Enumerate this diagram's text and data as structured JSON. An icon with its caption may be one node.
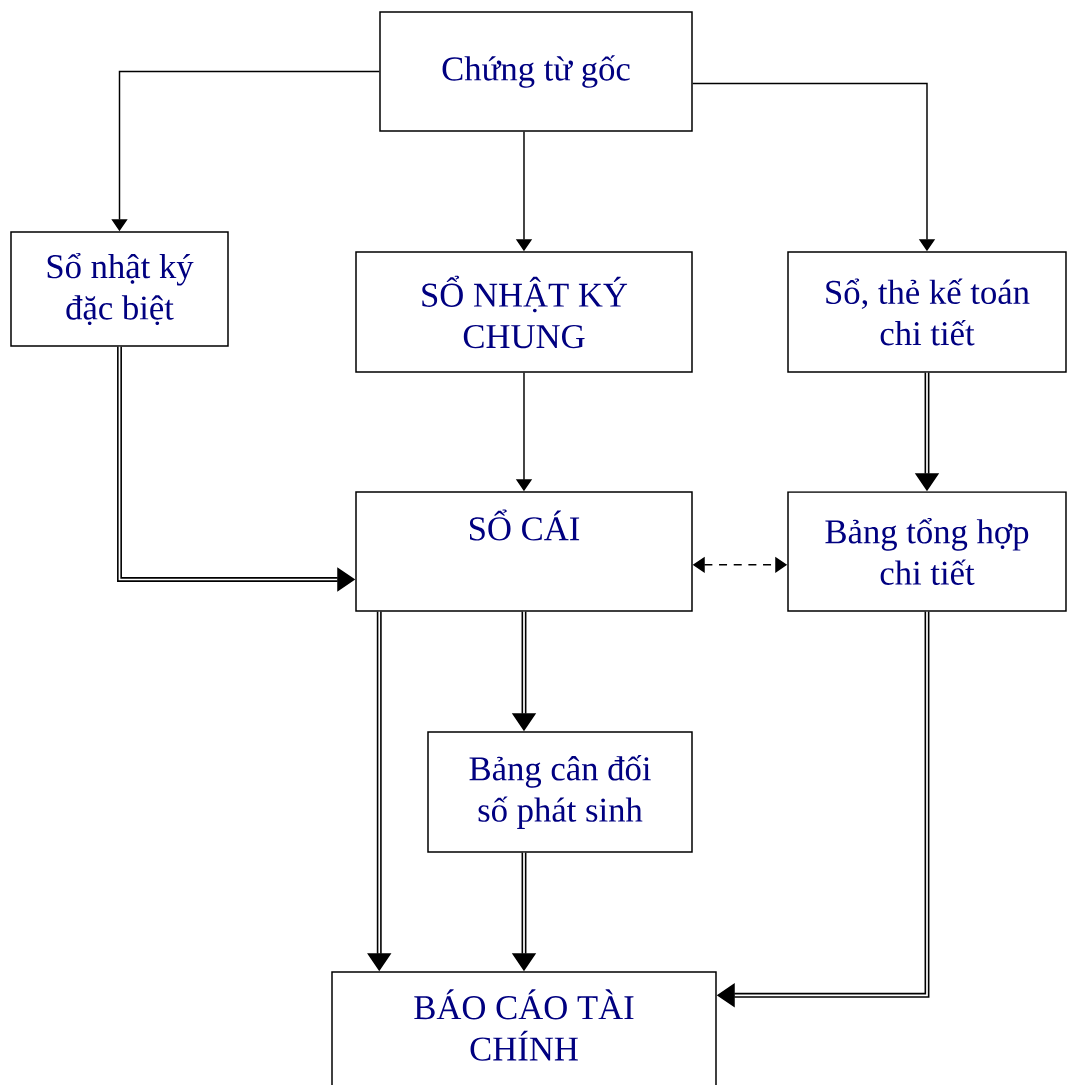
{
  "diagram": {
    "nodes": [
      {
        "text": [
          "Chứng từ gốc"
        ]
      },
      {
        "text": [
          "Sổ nhật ký đặc biệt"
        ]
      },
      {
        "text": [
          "SỔ NHẬT KÝ CHUNG"
        ]
      },
      {
        "text": [
          "Sổ, thẻ kế toán chi tiết"
        ]
      },
      {
        "text": [
          "SỔ CÁI"
        ]
      },
      {
        "text": [
          "Bảng tổng hợp chi tiết"
        ]
      },
      {
        "text": [
          "Bảng cân đối số phát sinh"
        ]
      },
      {
        "text": [
          "BÁO CÁO TÀI CHÍNH"
        ]
      }
    ],
    "edges": [
      {
        "from": 0,
        "to": 1,
        "arrow": "to"
      },
      {
        "from": 0,
        "to": 2,
        "arrow": "to"
      },
      {
        "from": 0,
        "to": 3,
        "arrow": "to"
      },
      {
        "from": 2,
        "to": 4,
        "arrow": "to"
      },
      {
        "from": 1,
        "to": 4,
        "arrow": "to"
      },
      {
        "from": 4,
        "to": 5,
        "arrow": "both",
        "style": "dashed"
      },
      {
        "from": 3,
        "to": 5,
        "arrow": "to"
      },
      {
        "from": 4,
        "to": 6,
        "arrow": "to"
      },
      {
        "from": 4,
        "to": 7,
        "arrow": "to"
      },
      {
        "from": 6,
        "to": 7,
        "arrow": "to"
      },
      {
        "from": 5,
        "to": 7,
        "arrow": "to"
      }
    ]
  }
}
